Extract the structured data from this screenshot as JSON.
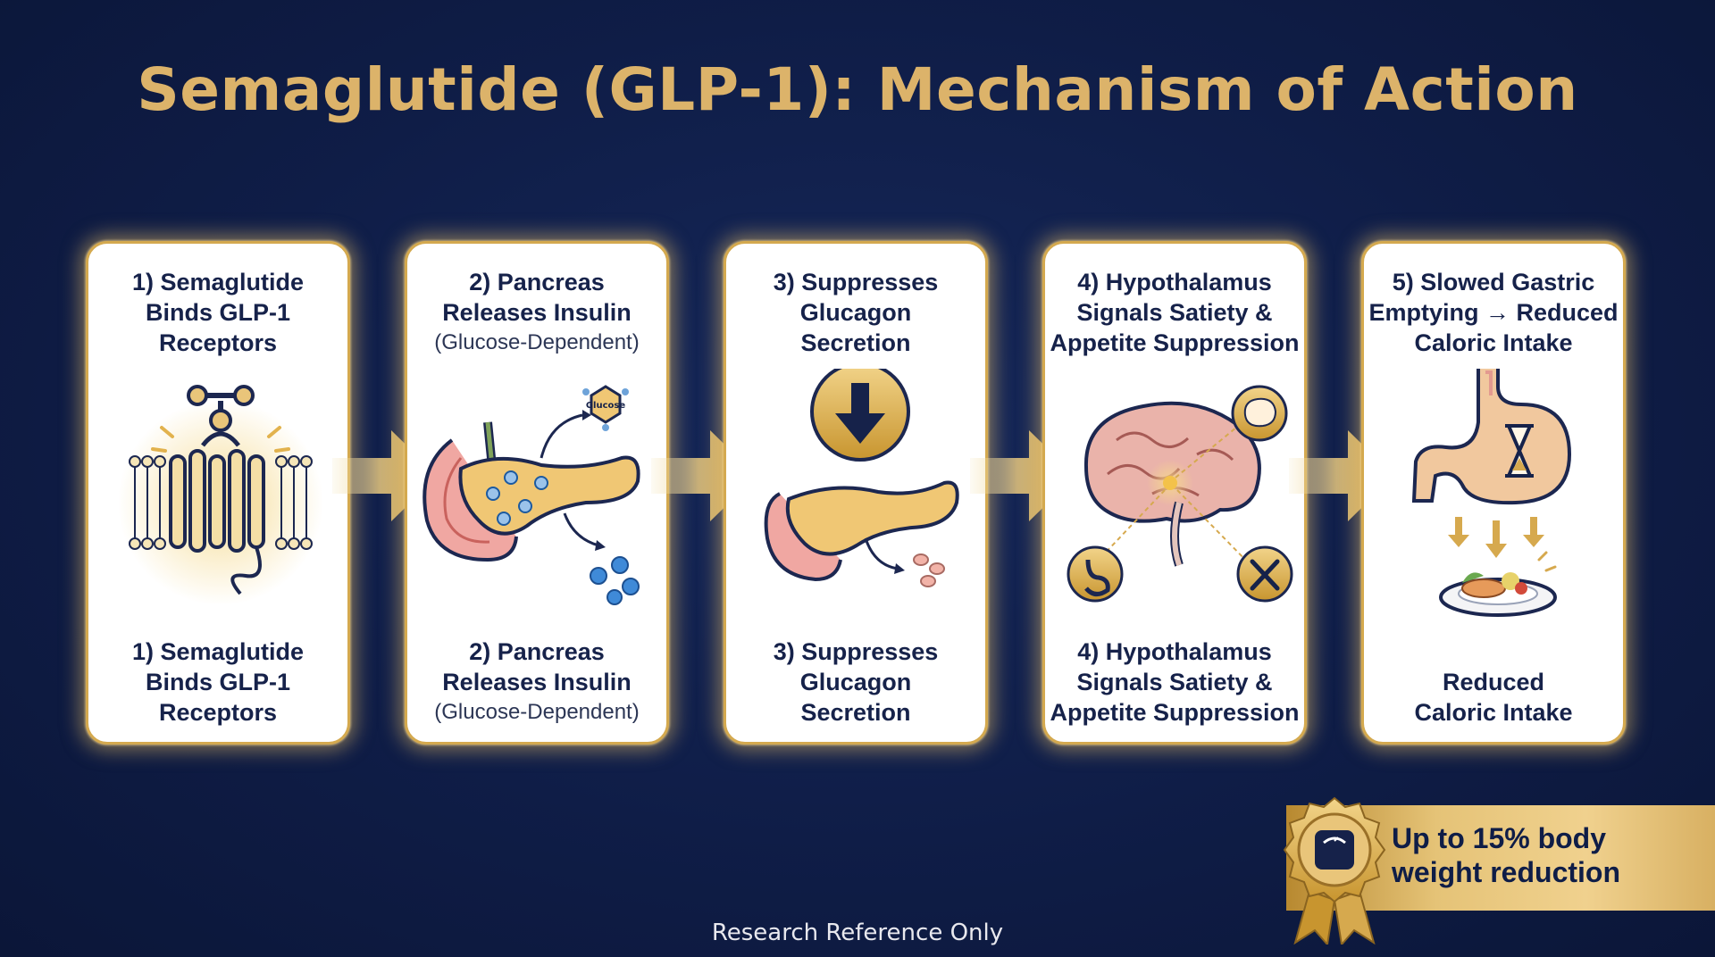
{
  "title": "Semaglutide (GLP-1): Mechanism of Action",
  "footer": "Research Reference Only",
  "banner": {
    "line1": "Up to 15% body",
    "line2": "weight reduction"
  },
  "colors": {
    "background": "#0f1d47",
    "gold": "#dcb36a",
    "card": "#ffffff",
    "text": "#16224a"
  },
  "steps": [
    {
      "head": [
        "1) Semaglutide",
        "Binds GLP-1",
        "Receptors"
      ],
      "foot": [
        "1) Semaglutide",
        "Binds GLP-1",
        "Receptors"
      ],
      "icon": "glp1-receptor-icon"
    },
    {
      "head": [
        "2) Pancreas",
        "Releases Insulin"
      ],
      "head_sub": "(Glucose-Dependent)",
      "foot": [
        "2) Pancreas",
        "Releases Insulin"
      ],
      "foot_sub": "(Glucose-Dependent)",
      "glucose_label": "Glucose",
      "icon": "pancreas-insulin-icon"
    },
    {
      "head": [
        "3) Suppresses",
        "Glucagon",
        "Secretion"
      ],
      "foot": [
        "3) Suppresses",
        "Glucagon",
        "Secretion"
      ],
      "icon": "pancreas-down-arrow-icon"
    },
    {
      "head": [
        "4) Hypothalamus",
        "Signals Satiety &",
        "Appetite Suppression"
      ],
      "foot": [
        "4) Hypothalamus",
        "Signals Satiety &",
        "Appetite Suppression"
      ],
      "icon": "brain-hypothalamus-icon"
    },
    {
      "head": [
        "5) Slowed Gastric",
        "Emptying → Reduced",
        "Caloric Intake"
      ],
      "foot": [
        "Reduced",
        "Caloric Intake"
      ],
      "icon": "stomach-hourglass-icon"
    }
  ]
}
